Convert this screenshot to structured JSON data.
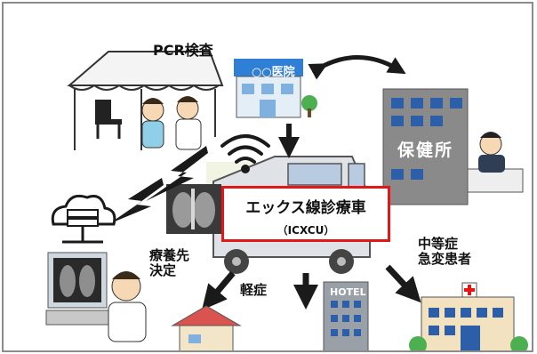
{
  "title": {
    "main": "エックス線診療車",
    "sub": "（ICXCU）"
  },
  "labels": {
    "pcr": "PCR検査",
    "clinic": "○○医院",
    "health_center": "保健所",
    "ryoyo": "療養先\n決定",
    "keisho": "軽症",
    "chuto": "中等症\n急変患者",
    "hotel": "HOTEL"
  },
  "colors": {
    "border": "#8c8c8c",
    "title_border": "#e01818",
    "arrow": "#1a1a1a",
    "clinic_sign": "#2f7fd6",
    "health_center": "#8a8a8a",
    "hospital": "#f2e2c0",
    "hotel": "#9aa0a8"
  },
  "icons": [
    "tent-icon",
    "chair-icon",
    "doctor-icon",
    "clinic-icon",
    "tree-icon",
    "double-arrow-icon",
    "health-center-icon",
    "official-icon",
    "wifi-icon",
    "lightning-icon",
    "cloud-server-icon",
    "xray-monitor-icon",
    "xray-image-icon",
    "van-icon",
    "house-icon",
    "hotel-icon",
    "hospital-icon",
    "arrow-down-icon"
  ]
}
